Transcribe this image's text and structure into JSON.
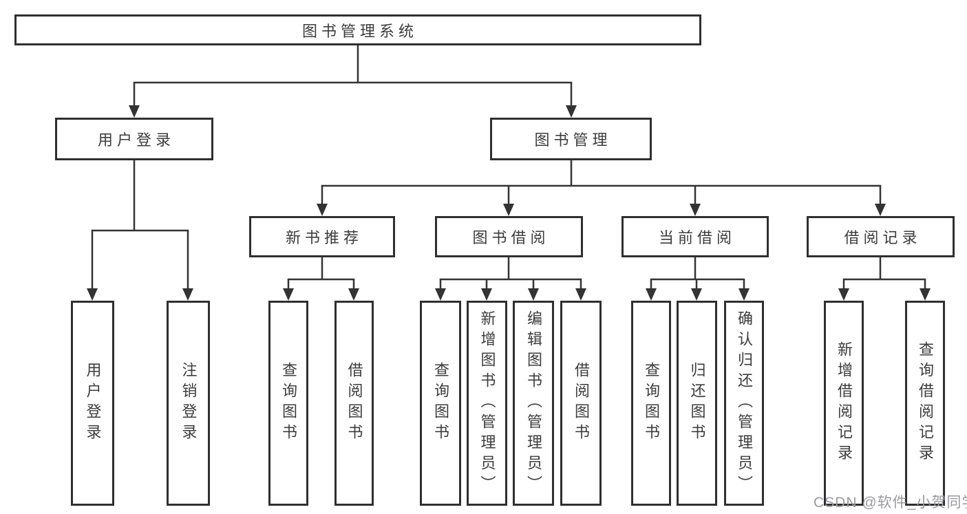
{
  "diagram": {
    "root": "图书管理系统",
    "login": {
      "label": "用户登录",
      "children": [
        "用户登录",
        "注销登录"
      ]
    },
    "management": {
      "label": "图书管理",
      "sections": [
        {
          "label": "新书推荐",
          "children": [
            "查询图书",
            "借阅图书"
          ]
        },
        {
          "label": "图书借阅",
          "children": [
            "查询图书",
            "新增图书（管理员）",
            "编辑图书（管理员）",
            "借阅图书"
          ]
        },
        {
          "label": "当前借阅",
          "children": [
            "查询图书",
            "归还图书",
            "确认归还（管理员）"
          ]
        },
        {
          "label": "借阅记录",
          "children": [
            "新增借阅记录",
            "查询借阅记录"
          ]
        }
      ]
    },
    "colors": {
      "line": "#333333",
      "border": "#2f2f2f",
      "text": "#3c3c3c",
      "background": "#ffffff",
      "watermark": "#9a999e"
    }
  },
  "watermark": {
    "text": "CSDN @软件_小贺同学"
  }
}
